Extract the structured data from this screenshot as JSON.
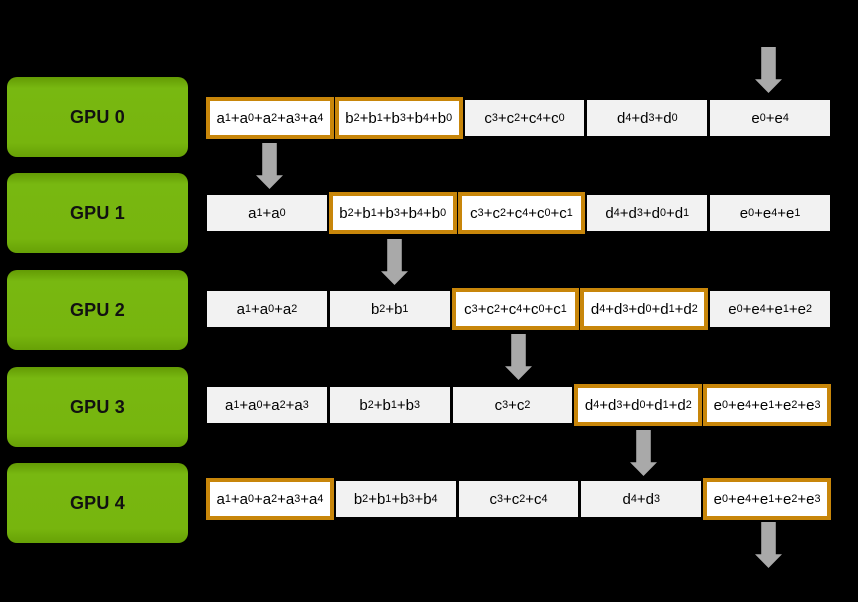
{
  "colors": {
    "background": "#000000",
    "gpu_green": "#76B20B",
    "cell_bg": "#F2F2F2",
    "highlight_cell_bg": "#FFFFFF",
    "highlight_border": "#C8860A",
    "arrow_gray": "#A9A9A9",
    "text": "#000000"
  },
  "gpus": [
    {
      "label": "GPU 0",
      "cells": [
        {
          "text": "a_1+a_0+a_2+a_3+a_4",
          "highlighted": true
        },
        {
          "text": "b_2+b_1+b_3+b_4+b_0",
          "highlighted": true
        },
        {
          "text": "c_3+c_2+c_4+c_0",
          "highlighted": false
        },
        {
          "text": "d_4+d_3+d_0",
          "highlighted": false
        },
        {
          "text": "e_0+e_4",
          "highlighted": false
        }
      ]
    },
    {
      "label": "GPU 1",
      "cells": [
        {
          "text": "a_1+a_0",
          "highlighted": false
        },
        {
          "text": "b_2+b_1+b_3+b_4+b_0",
          "highlighted": true
        },
        {
          "text": "c_3+c_2+c_4+c_0+c_1",
          "highlighted": true
        },
        {
          "text": "d_4+d_3+d_0+d_1",
          "highlighted": false
        },
        {
          "text": "e_0+e_4+e_1",
          "highlighted": false
        }
      ]
    },
    {
      "label": "GPU 2",
      "cells": [
        {
          "text": "a_1+a_0+a_2",
          "highlighted": false
        },
        {
          "text": "b_2+b_1",
          "highlighted": false
        },
        {
          "text": "c_3+c_2+c_4+c_0+c_1",
          "highlighted": true
        },
        {
          "text": "d_4+d_3+d_0+d_1+d_2",
          "highlighted": true
        },
        {
          "text": "e_0+e_4+e_1+e_2",
          "highlighted": false
        }
      ]
    },
    {
      "label": "GPU 3",
      "cells": [
        {
          "text": "a_1+a_0+a_2+a_3",
          "highlighted": false
        },
        {
          "text": "b_2+b_1+b_3",
          "highlighted": false
        },
        {
          "text": "c_3+c_2",
          "highlighted": false
        },
        {
          "text": "d_4+d_3+d_0+d_1+d_2",
          "highlighted": true
        },
        {
          "text": "e_0+e_4+e_1+e_2+e_3",
          "highlighted": true
        }
      ]
    },
    {
      "label": "GPU 4",
      "cells": [
        {
          "text": "a_1+a_0+a_2+a_3+a_4",
          "highlighted": true
        },
        {
          "text": "b_2+b_1+b_3+b_4",
          "highlighted": false
        },
        {
          "text": "c_3+c_2+c_4",
          "highlighted": false
        },
        {
          "text": "d_4+d_3",
          "highlighted": false
        },
        {
          "text": "e_0+e_4+e_1+e_2+e_3",
          "highlighted": true
        }
      ]
    }
  ],
  "arrows": [
    {
      "direction": "down",
      "column": "e",
      "location": "entering GPU 0 row from top"
    },
    {
      "direction": "down",
      "column": "a",
      "location": "GPU 0 to GPU 1"
    },
    {
      "direction": "down",
      "column": "b",
      "location": "GPU 1 to GPU 2"
    },
    {
      "direction": "down",
      "column": "c",
      "location": "GPU 2 to GPU 3"
    },
    {
      "direction": "down",
      "column": "d",
      "location": "GPU 3 to GPU 4"
    },
    {
      "direction": "down",
      "column": "e",
      "location": "leaving GPU 4 row at bottom"
    }
  ]
}
